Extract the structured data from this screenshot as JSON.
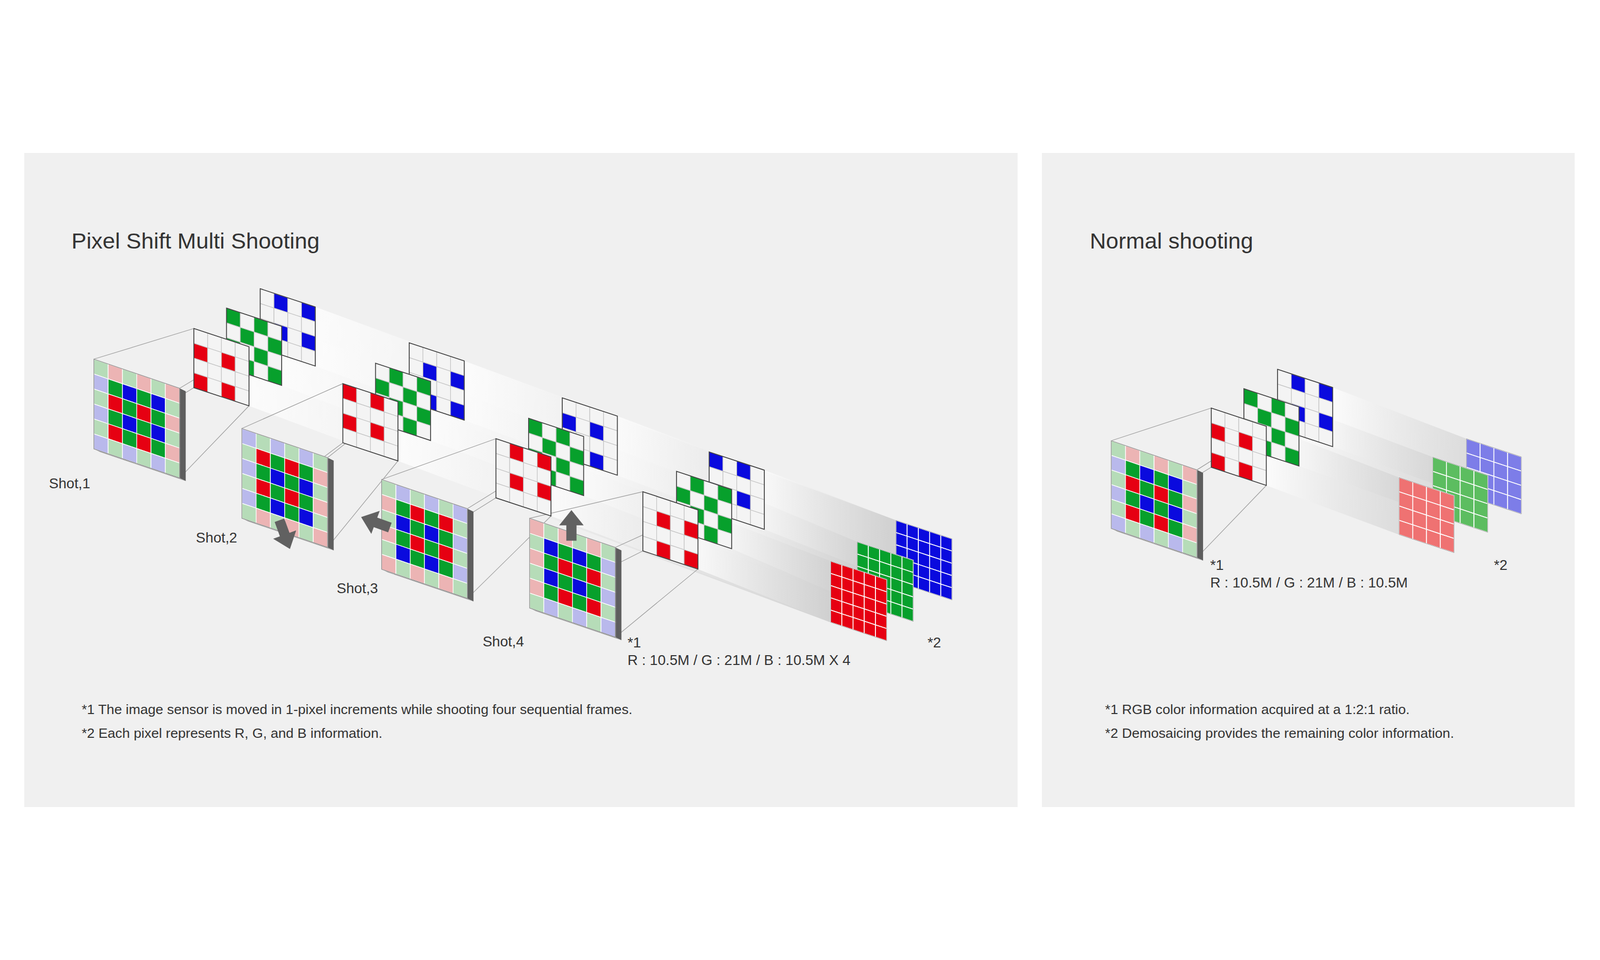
{
  "diagram": {
    "nodes": [
      {
        "text": [
          "Pixel Shift Multi Shooting"
        ]
      },
      {
        "text": [
          "Normal shooting"
        ]
      }
    ],
    "labels": [
      "Shot,1",
      "Shot,2",
      "Shot,3",
      "Shot,4",
      "*1",
      "R : 10.5M / G : 21M / B : 10.5M X 4",
      "*2",
      "*1 The image sensor is moved in 1-pixel increments while shooting four sequential frames.",
      "*2 Each pixel represents R, G, and B information.",
      "*1",
      "R : 10.5M / G : 21M / B : 10.5M",
      "*2",
      "*1 RGB color information acquired at a 1:2:1 ratio.",
      "*2 Demosaicing provides the remaining color information."
    ]
  }
}
